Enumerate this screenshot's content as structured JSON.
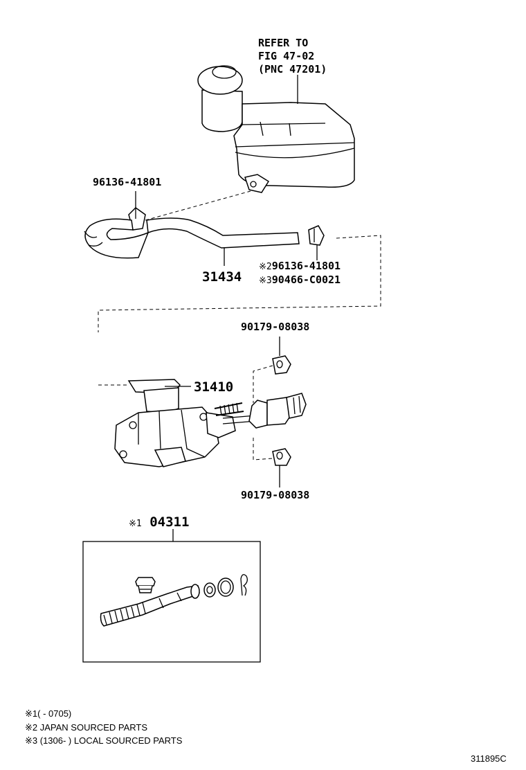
{
  "refer": {
    "line1": "REFER TO",
    "line2": "FIG 47-02",
    "line3": "(PNC 47201)"
  },
  "parts": {
    "clip_upper": "96136-41801",
    "hose": "31434",
    "clip_right_mark": "※2",
    "clip_right": "96136-41801",
    "clip_alt_mark": "※3",
    "clip_alt": "90466-C0021",
    "nut_upper": "90179-08038",
    "master_cylinder": "31410",
    "nut_lower": "90179-08038",
    "kit_mark": "※1",
    "kit": "04311"
  },
  "notes": [
    {
      "mark": "※1",
      "text": "(        - 0705)"
    },
    {
      "mark": "※2",
      "text": " JAPAN SOURCED PARTS"
    },
    {
      "mark": "※3",
      "text": " (1306-        ) LOCAL SOURCED PARTS"
    }
  ],
  "figure_id": "311895C"
}
